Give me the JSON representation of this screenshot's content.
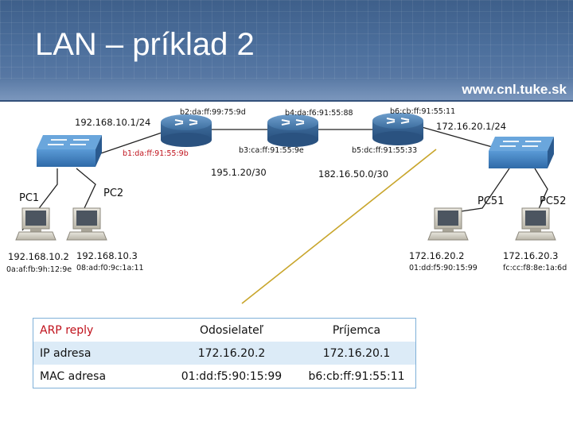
{
  "title": "LAN – príklad 2",
  "brand": "www.cnl.tuke.sk",
  "networks": {
    "lan_left": "192.168.10.1/24",
    "lan_right": "172.16.20.1/24",
    "link_a": "195.1.20/30",
    "link_b": "182.16.50.0/30"
  },
  "routers": {
    "r1": {
      "mac_lan": "b1:da:ff:91:55:9b",
      "mac_wan": "b2:da:ff:99:75:9d"
    },
    "r2": {
      "mac_left": "b3:ca:ff:91:55:9e",
      "mac_right": "b4:da:f6:91:55:88"
    },
    "r3": {
      "mac_left": "b5:dc:ff:91:55:33",
      "mac_lan": "b6:cb:ff:91:55:11"
    }
  },
  "hosts": {
    "pc1": {
      "name": "PC1",
      "ip": "192.168.10.2",
      "mac": "0a:af:fb:9h:12:9e"
    },
    "pc2": {
      "name": "PC2",
      "ip": "192.168.10.3",
      "mac": "08:ad:f0:9c:1a:11"
    },
    "pc51": {
      "name": "PC51",
      "ip": "172.16.20.2",
      "mac": "01:dd:f5:90:15:99"
    },
    "pc52": {
      "name": "PC52",
      "ip": "172.16.20.3",
      "mac": "fc:cc:f8:8e:1a:6d"
    }
  },
  "colors": {
    "router": "#4a7fb3",
    "switch": "#3f7cbf",
    "cable": "#222222",
    "arp_path": "#c8a52a",
    "accent_red": "#c0111b"
  },
  "arp_table": {
    "header": {
      "label": "ARP reply",
      "sender": "Odosielateľ",
      "receiver": "Príjemca"
    },
    "rows": [
      {
        "label": "IP adresa",
        "sender": "172.16.20.2",
        "receiver": "172.16.20.1"
      },
      {
        "label": "MAC adresa",
        "sender": "01:dd:f5:90:15:99",
        "receiver": "b6:cb:ff:91:55:11"
      }
    ]
  }
}
